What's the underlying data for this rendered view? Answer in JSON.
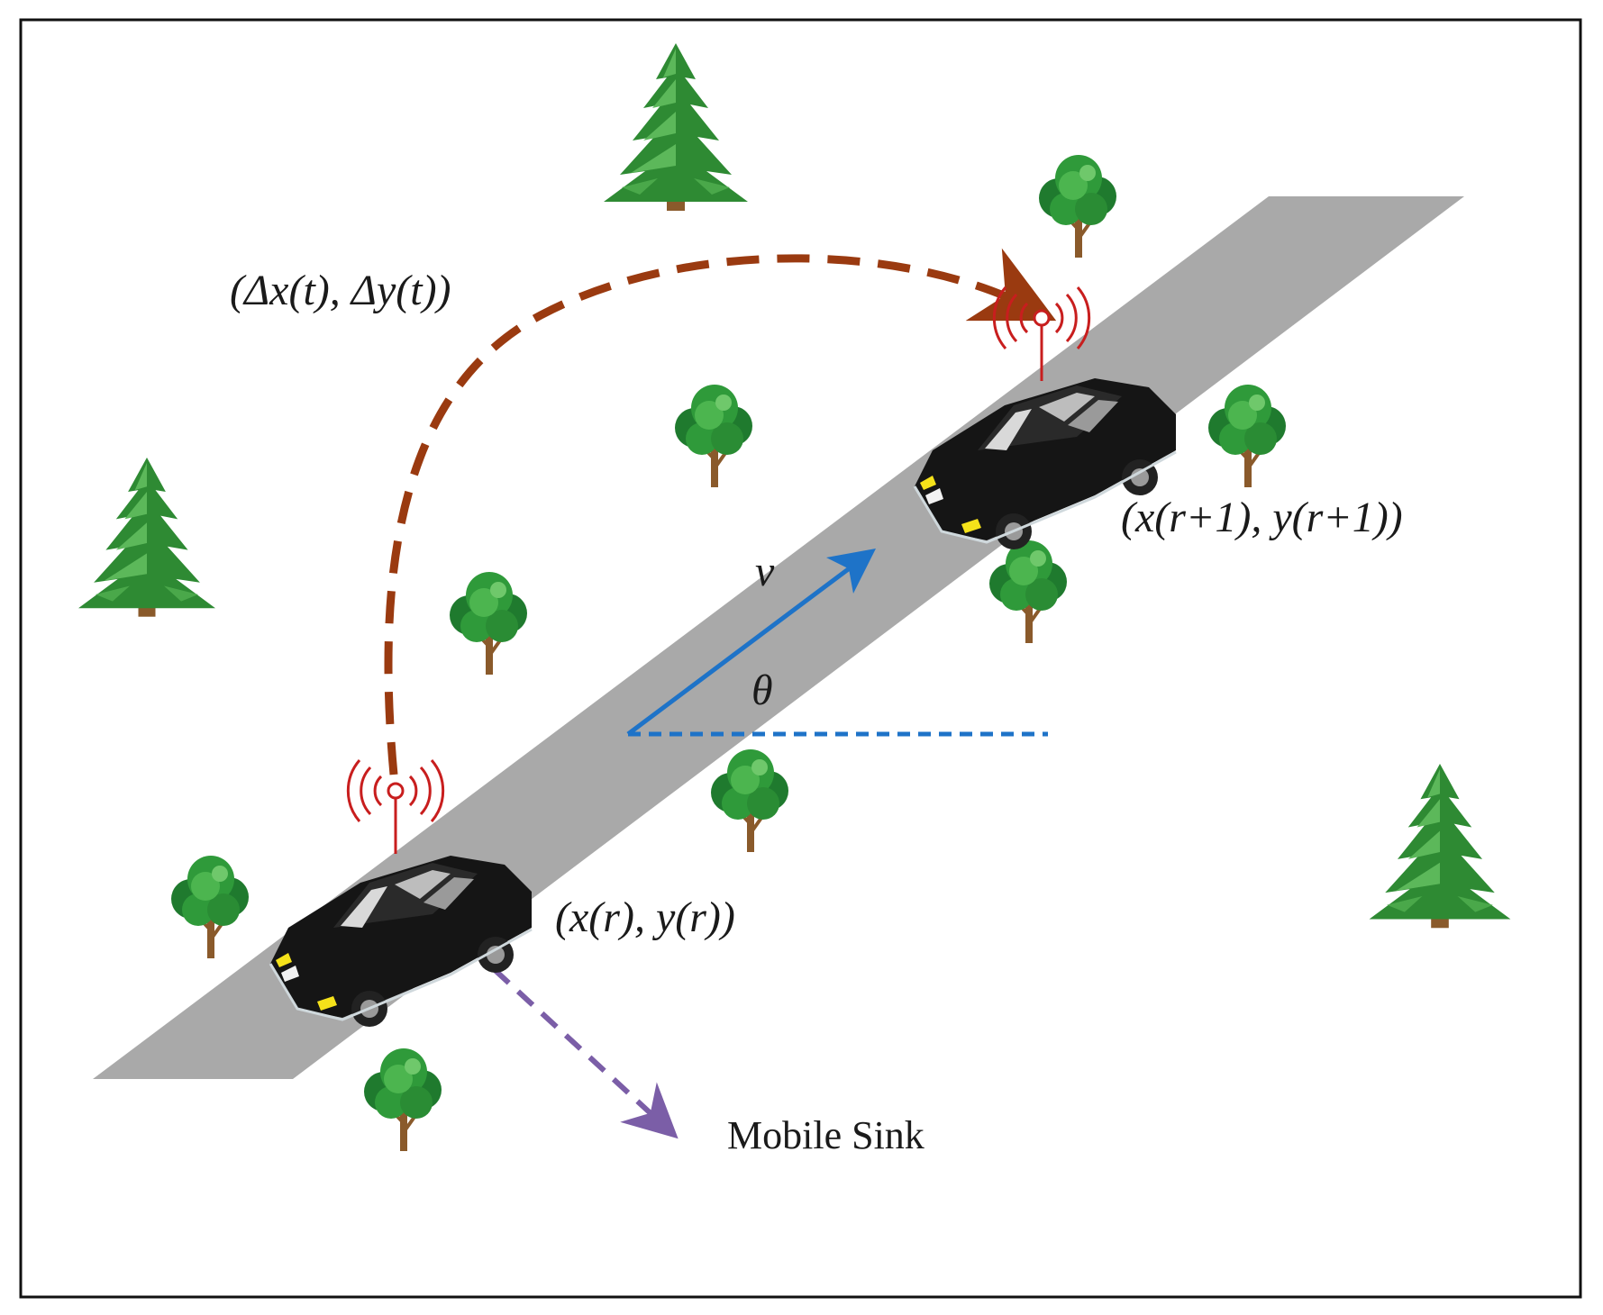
{
  "labels": {
    "delta_label": "(Δx(t), Δy(t))",
    "next_position": "(x(r+1), y(r+1))",
    "current_position": "(x(r), y(r))",
    "velocity": "v",
    "angle": "θ",
    "mobile_sink": "Mobile Sink"
  },
  "colors": {
    "road": "#a9a9a9",
    "trajectory_arc": "#9a3a10",
    "velocity_arrow": "#1e73c8",
    "horizontal_reference": "#1e73c8",
    "sink_arrow": "#7b5ea7",
    "antenna": "#c81e1e",
    "car_body": "#1c1c1c",
    "tree_foliage": "#2f9a3a",
    "pine_foliage": "#3c9a3a",
    "trunk": "#8a5a2b"
  },
  "icons": {
    "car": "car-icon",
    "pine": "pine-tree-icon",
    "tree": "deciduous-tree-icon",
    "antenna": "wireless-antenna-icon"
  }
}
